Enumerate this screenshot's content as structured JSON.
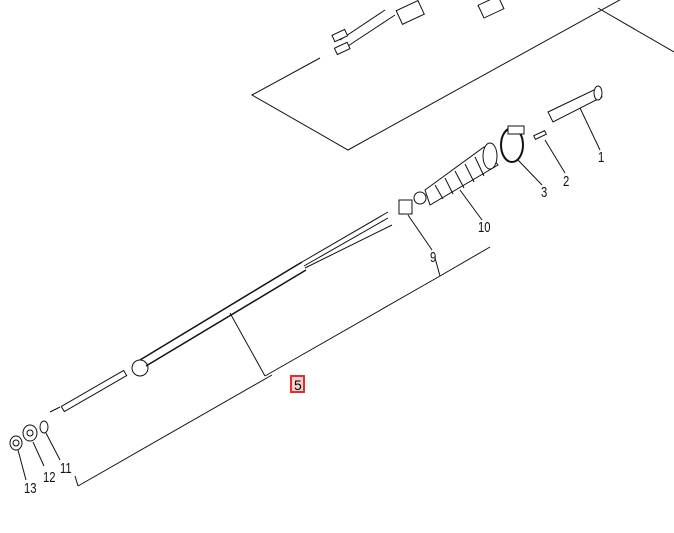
{
  "parts": [
    {
      "id": "1",
      "label": "1"
    },
    {
      "id": "2",
      "label": "2"
    },
    {
      "id": "3",
      "label": "3"
    },
    {
      "id": "5",
      "label": "5",
      "highlighted": true
    },
    {
      "id": "9",
      "label": "9"
    },
    {
      "id": "10",
      "label": "10"
    },
    {
      "id": "11",
      "label": "11"
    },
    {
      "id": "12",
      "label": "12"
    },
    {
      "id": "13",
      "label": "13"
    }
  ],
  "colors": {
    "highlight": "#e03030",
    "line": "#111111"
  }
}
